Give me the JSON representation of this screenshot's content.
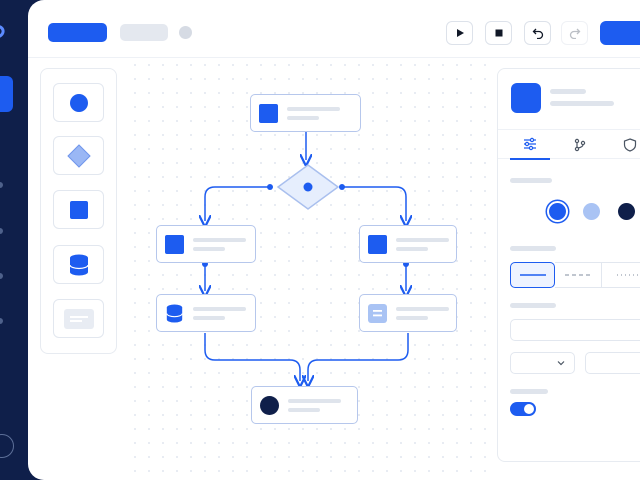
{
  "app": {
    "accent_color": "#1d5cf0",
    "node_border_color": "#b6c7ec",
    "dark_color": "#0f1f4a"
  },
  "rail": {
    "items": [
      "logo-icon",
      "workflows-icon",
      "nav-dot",
      "nav-dot",
      "nav-dot",
      "nav-dot",
      "user-avatar-icon"
    ]
  },
  "toolbar": {
    "buttons": [
      "play-icon",
      "stop-icon",
      "undo-icon",
      "redo-icon"
    ],
    "redo_enabled": false
  },
  "palette": {
    "items": [
      "circle-shape-icon",
      "diamond-shape-icon",
      "square-shape-icon",
      "database-shape-icon",
      "text-block-shape-icon"
    ]
  },
  "canvas": {
    "nodes": [
      {
        "id": "start",
        "icon": "square-icon"
      },
      {
        "id": "decision",
        "icon": "diamond-icon"
      },
      {
        "id": "left-task",
        "icon": "square-icon"
      },
      {
        "id": "right-task",
        "icon": "square-icon"
      },
      {
        "id": "left-db",
        "icon": "database-icon"
      },
      {
        "id": "right-doc",
        "icon": "document-icon"
      },
      {
        "id": "end",
        "icon": "circle-icon"
      }
    ]
  },
  "inspector": {
    "tabs": [
      "sliders-icon",
      "branch-icon",
      "shield-icon"
    ],
    "active_tab": "sliders-icon",
    "color_options": [
      "#1d5cf0",
      "#a9c3f4",
      "#0f1f4a",
      "#ffffff"
    ],
    "selected_color": "#1d5cf0",
    "line_styles": [
      "solid",
      "dashed",
      "dotted"
    ],
    "selected_line_style": "solid",
    "toggle_on": true
  }
}
